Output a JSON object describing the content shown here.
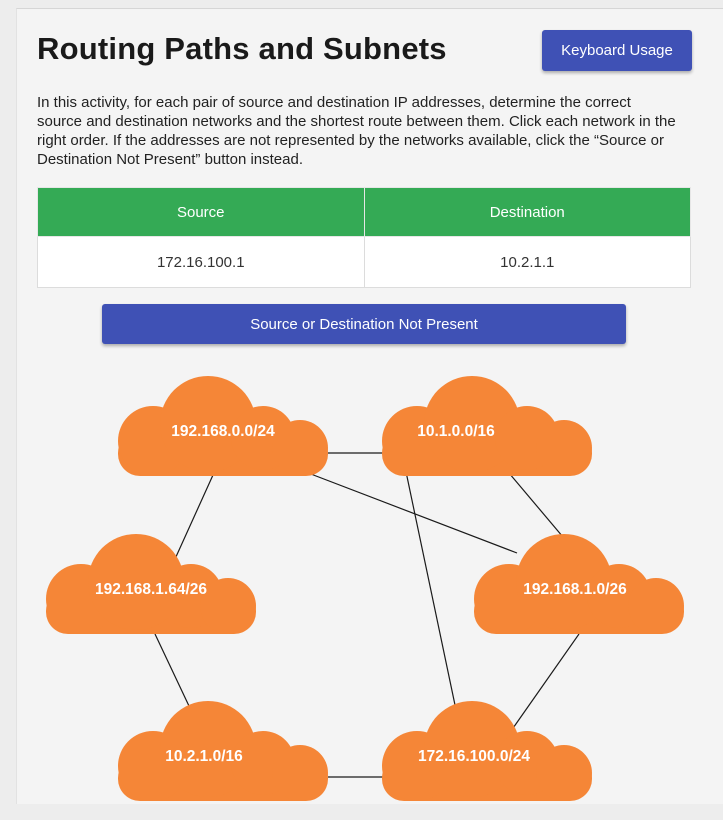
{
  "title": "Routing Paths and Subnets",
  "keyboard_button": "Keyboard Usage",
  "intro": "In this activity, for each pair of source and destination IP addresses, determine the correct source and destination networks and the shortest route between them. Click each network in the right order. If the addresses are not represented by the networks available, click the “Source or Destination Not Present” button instead.",
  "table": {
    "headers": {
      "source": "Source",
      "destination": "Destination"
    },
    "row": {
      "source": "172.16.100.1",
      "destination": "10.2.1.1"
    }
  },
  "not_present_button": "Source or Destination Not Present",
  "colors": {
    "accent": "#3f51b5",
    "header_green": "#34aa55",
    "cloud": "#f58637"
  },
  "networks": {
    "n1": "192.168.0.0/24",
    "n2": "10.1.0.0/16",
    "n3": "192.168.1.64/26",
    "n4": "192.168.1.0/26",
    "n5": "10.2.1.0/16",
    "n6": "172.16.100.0/24"
  }
}
